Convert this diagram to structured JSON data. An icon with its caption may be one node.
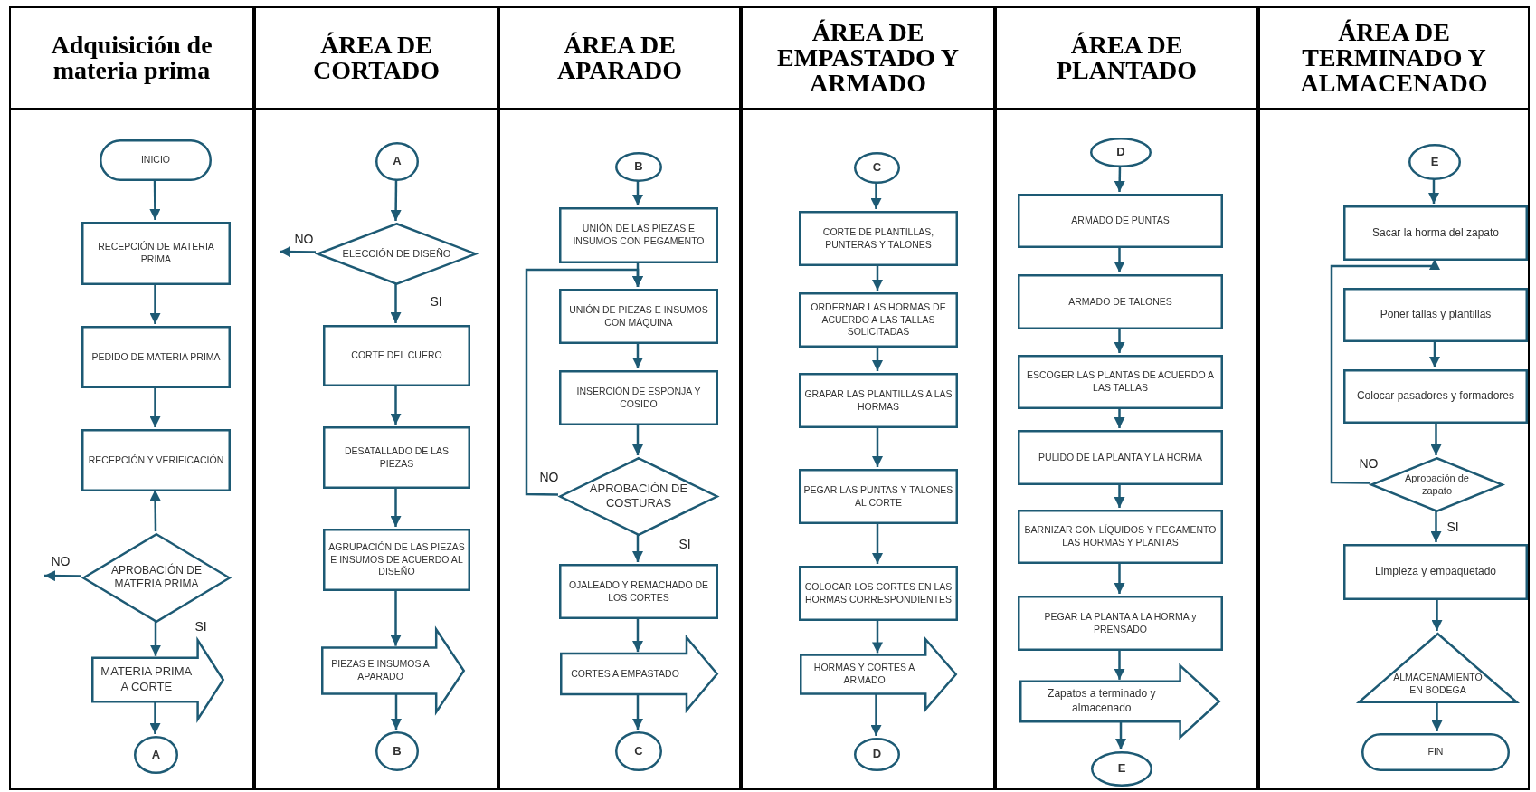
{
  "diagram": {
    "nodes": [
      {
        "text": [
          "Adquisición de materia prima"
        ]
      },
      {
        "text": [
          "INICIO"
        ],
        "in": 0
      },
      {
        "text": [
          "RECEPCIÓN DE MATERIA PRIMA"
        ],
        "in": 0
      },
      {
        "text": [
          "PEDIDO DE MATERIA PRIMA"
        ],
        "in": 0
      },
      {
        "text": [
          "RECEPCIÓN Y VERIFICACIÓN"
        ],
        "in": 0
      },
      {
        "text": [
          "APROBACIÓN DE MATERIA PRIMA"
        ],
        "in": 0
      },
      {
        "text": [
          "MATERIA PRIMA A CORTE"
        ],
        "in": 0
      },
      {
        "text": [
          "A"
        ],
        "in": 0
      },
      {
        "text": [
          "ÁREA DE CORTADO"
        ]
      },
      {
        "text": [
          "A"
        ],
        "in": 8
      },
      {
        "text": [
          "ELECCIÓN DE DISEÑO"
        ],
        "in": 8
      },
      {
        "text": [
          "CORTE DEL CUERO"
        ],
        "in": 8
      },
      {
        "text": [
          "DESATALLADO DE LAS PIEZAS"
        ],
        "in": 8
      },
      {
        "text": [
          "AGRUPACIÓN DE LAS PIEZAS E INSUMOS DE ACUERDO AL DISEÑO"
        ],
        "in": 8
      },
      {
        "text": [
          "PIEZAS E INSUMOS A APARADO"
        ],
        "in": 8
      },
      {
        "text": [
          "B"
        ],
        "in": 8
      },
      {
        "text": [
          "ÁREA DE APARADO"
        ]
      },
      {
        "text": [
          "B"
        ],
        "in": 16
      },
      {
        "text": [
          "UNIÓN DE LAS PIEZAS E INSUMOS CON PEGAMENTO"
        ],
        "in": 16
      },
      {
        "text": [
          "UNIÓN DE PIEZAS E INSUMOS CON MÁQUINA"
        ],
        "in": 16
      },
      {
        "text": [
          "INSERCIÓN DE ESPONJA Y COSIDO"
        ],
        "in": 16
      },
      {
        "text": [
          "APROBACIÓN DE COSTURAS"
        ],
        "in": 16
      },
      {
        "text": [
          "OJALEADO Y REMACHADO DE LOS CORTES"
        ],
        "in": 16
      },
      {
        "text": [
          "CORTES A EMPASTADO"
        ],
        "in": 16
      },
      {
        "text": [
          "C"
        ],
        "in": 16
      },
      {
        "text": [
          "ÁREA DE EMPASTADO Y ARMADO"
        ]
      },
      {
        "text": [
          "C"
        ],
        "in": 25
      },
      {
        "text": [
          "CORTE DE PLANTILLAS, PUNTERAS Y TALONES"
        ],
        "in": 25
      },
      {
        "text": [
          "ORDERNAR LAS HORMAS DE ACUERDO A LAS TALLAS SOLICITADAS"
        ],
        "in": 25
      },
      {
        "text": [
          "GRAPAR LAS PLANTILLAS A LAS HORMAS"
        ],
        "in": 25
      },
      {
        "text": [
          "PEGAR LAS PUNTAS Y TALONES AL CORTE"
        ],
        "in": 25
      },
      {
        "text": [
          "COLOCAR LOS CORTES EN LAS HORMAS CORRESPONDIENTES"
        ],
        "in": 25
      },
      {
        "text": [
          "HORMAS Y CORTES A ARMADO"
        ],
        "in": 25
      },
      {
        "text": [
          "D"
        ],
        "in": 25
      },
      {
        "text": [
          "ÁREA DE PLANTADO"
        ]
      },
      {
        "text": [
          "D"
        ],
        "in": 34
      },
      {
        "text": [
          "ARMADO DE PUNTAS"
        ],
        "in": 34
      },
      {
        "text": [
          "ARMADO DE TALONES"
        ],
        "in": 34
      },
      {
        "text": [
          "ESCOGER LAS PLANTAS DE ACUERDO A LAS TALLAS"
        ],
        "in": 34
      },
      {
        "text": [
          "PULIDO DE LA PLANTA Y LA HORMA"
        ],
        "in": 34
      },
      {
        "text": [
          "BARNIZAR CON LÍQUIDOS Y PEGAMENTO LAS HORMAS Y PLANTAS"
        ],
        "in": 34
      },
      {
        "text": [
          "PEGAR LA PLANTA A LA HORMA y PRENSADO"
        ],
        "in": 34
      },
      {
        "text": [
          "Zapatos a terminado y almacenado"
        ],
        "in": 34
      },
      {
        "text": [
          "E"
        ],
        "in": 34
      },
      {
        "text": [
          "ÁREA DE TERMINADO Y ALMACENADO"
        ]
      },
      {
        "text": [
          "E"
        ],
        "in": 44
      },
      {
        "text": [
          "Sacar la horma del zapato"
        ],
        "in": 44
      },
      {
        "text": [
          "Poner tallas y plantillas"
        ],
        "in": 44
      },
      {
        "text": [
          "Colocar pasadores y formadores"
        ],
        "in": 44
      },
      {
        "text": [
          "Aprobación de zapato"
        ],
        "in": 44
      },
      {
        "text": [
          "Limpieza y empaquetado"
        ],
        "in": 44
      },
      {
        "text": [
          "ALMACENAMIENTO EN BODEGA"
        ],
        "in": 44
      },
      {
        "text": [
          "FIN"
        ],
        "in": 44
      }
    ],
    "edges": [
      {
        "from": 1,
        "to": 2,
        "arrow": "to"
      },
      {
        "from": 2,
        "to": 3,
        "arrow": "to"
      },
      {
        "from": 3,
        "to": 4,
        "arrow": "to"
      },
      {
        "from": 5,
        "to": 4,
        "arrow": "to"
      },
      {
        "from": 5,
        "to": null,
        "arrow": "to",
        "label": "NO"
      },
      {
        "from": 5,
        "to": 6,
        "arrow": "to",
        "label": "SI"
      },
      {
        "from": 6,
        "to": 7,
        "arrow": "to"
      },
      {
        "from": 9,
        "to": 10,
        "arrow": "to"
      },
      {
        "from": 10,
        "to": null,
        "arrow": "to",
        "label": "NO"
      },
      {
        "from": 10,
        "to": 11,
        "arrow": "to",
        "label": "SI"
      },
      {
        "from": 11,
        "to": 12,
        "arrow": "to"
      },
      {
        "from": 12,
        "to": 13,
        "arrow": "to"
      },
      {
        "from": 13,
        "to": 14,
        "arrow": "to"
      },
      {
        "from": 14,
        "to": 15,
        "arrow": "to"
      },
      {
        "from": 17,
        "to": 18,
        "arrow": "to"
      },
      {
        "from": 18,
        "to": 19,
        "arrow": "to"
      },
      {
        "from": 19,
        "to": 20,
        "arrow": "to"
      },
      {
        "from": 20,
        "to": 21,
        "arrow": "to"
      },
      {
        "from": 21,
        "to": 19,
        "arrow": "to",
        "label": "NO"
      },
      {
        "from": 21,
        "to": 22,
        "arrow": "to",
        "label": "SI"
      },
      {
        "from": 22,
        "to": 23,
        "arrow": "to"
      },
      {
        "from": 23,
        "to": 24,
        "arrow": "to"
      },
      {
        "from": 26,
        "to": 27,
        "arrow": "to"
      },
      {
        "from": 27,
        "to": 28,
        "arrow": "to"
      },
      {
        "from": 28,
        "to": 29,
        "arrow": "to"
      },
      {
        "from": 29,
        "to": 30,
        "arrow": "to"
      },
      {
        "from": 30,
        "to": 31,
        "arrow": "to"
      },
      {
        "from": 31,
        "to": 32,
        "arrow": "to"
      },
      {
        "from": 32,
        "to": 33,
        "arrow": "to"
      },
      {
        "from": 35,
        "to": 36,
        "arrow": "to"
      },
      {
        "from": 36,
        "to": 37,
        "arrow": "to"
      },
      {
        "from": 37,
        "to": 38,
        "arrow": "to"
      },
      {
        "from": 38,
        "to": 39,
        "arrow": "to"
      },
      {
        "from": 39,
        "to": 40,
        "arrow": "to"
      },
      {
        "from": 40,
        "to": 41,
        "arrow": "to"
      },
      {
        "from": 41,
        "to": 42,
        "arrow": "to"
      },
      {
        "from": 42,
        "to": 43,
        "arrow": "to"
      },
      {
        "from": 45,
        "to": 46,
        "arrow": "to"
      },
      {
        "from": 49,
        "to": 46,
        "arrow": "to",
        "label": "NO"
      },
      {
        "from": 47,
        "to": 48,
        "arrow": "to"
      },
      {
        "from": 48,
        "to": 49,
        "arrow": "to"
      },
      {
        "from": 49,
        "to": 50,
        "arrow": "to",
        "label": "SI"
      },
      {
        "from": 50,
        "to": 51,
        "arrow": "to"
      },
      {
        "from": 51,
        "to": 52,
        "arrow": "to"
      }
    ]
  }
}
